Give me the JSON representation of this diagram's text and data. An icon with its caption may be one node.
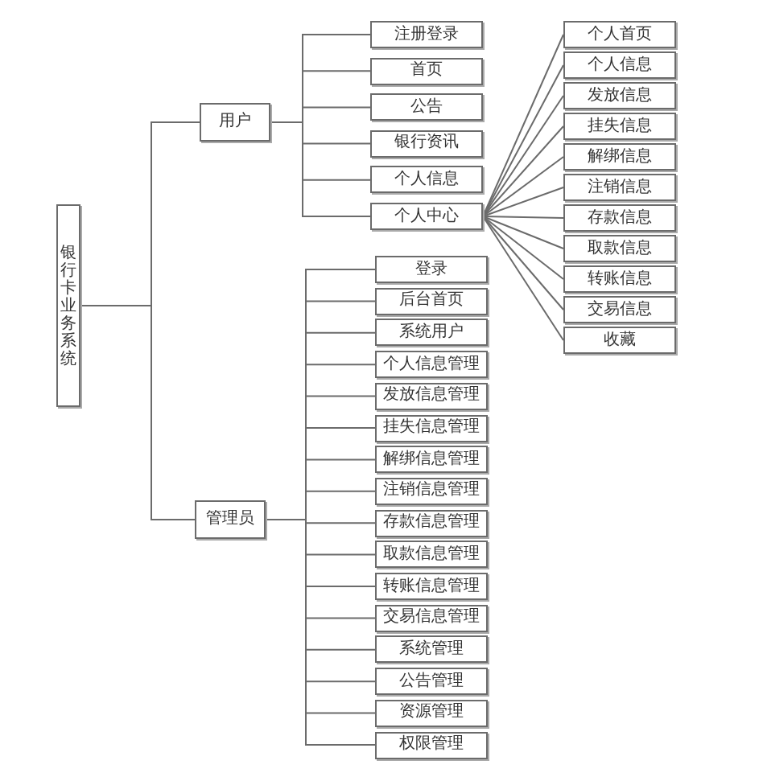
{
  "diagram": {
    "nodes": [
      {
        "text": [
          "银行卡业务系统"
        ]
      },
      {
        "text": [
          "用户"
        ]
      },
      {
        "text": [
          "注册登录"
        ]
      },
      {
        "text": [
          "首页"
        ]
      },
      {
        "text": [
          "公告"
        ]
      },
      {
        "text": [
          "银行资讯"
        ]
      },
      {
        "text": [
          "个人信息"
        ]
      },
      {
        "text": [
          "个人中心"
        ]
      },
      {
        "text": [
          "个人首页"
        ]
      },
      {
        "text": [
          "个人信息"
        ]
      },
      {
        "text": [
          "发放信息"
        ]
      },
      {
        "text": [
          "挂失信息"
        ]
      },
      {
        "text": [
          "解绑信息"
        ]
      },
      {
        "text": [
          "注销信息"
        ]
      },
      {
        "text": [
          "存款信息"
        ]
      },
      {
        "text": [
          "取款信息"
        ]
      },
      {
        "text": [
          "转账信息"
        ]
      },
      {
        "text": [
          "交易信息"
        ]
      },
      {
        "text": [
          "收藏"
        ]
      },
      {
        "text": [
          "管理员"
        ]
      },
      {
        "text": [
          "登录"
        ]
      },
      {
        "text": [
          "后台首页"
        ]
      },
      {
        "text": [
          "系统用户"
        ]
      },
      {
        "text": [
          "个人信息管理"
        ]
      },
      {
        "text": [
          "发放信息管理"
        ]
      },
      {
        "text": [
          "挂失信息管理"
        ]
      },
      {
        "text": [
          "解绑信息管理"
        ]
      },
      {
        "text": [
          "注销信息管理"
        ]
      },
      {
        "text": [
          "存款信息管理"
        ]
      },
      {
        "text": [
          "取款信息管理"
        ]
      },
      {
        "text": [
          "转账信息管理"
        ]
      },
      {
        "text": [
          "交易信息管理"
        ]
      },
      {
        "text": [
          "系统管理"
        ]
      },
      {
        "text": [
          "公告管理"
        ]
      },
      {
        "text": [
          "资源管理"
        ]
      },
      {
        "text": [
          "权限管理"
        ]
      }
    ],
    "edges": [
      {
        "from": 0,
        "to": 1,
        "arrow": "none"
      },
      {
        "from": 0,
        "to": 19,
        "arrow": "none"
      },
      {
        "from": 1,
        "to": 2,
        "arrow": "none"
      },
      {
        "from": 1,
        "to": 3,
        "arrow": "none"
      },
      {
        "from": 1,
        "to": 4,
        "arrow": "none"
      },
      {
        "from": 1,
        "to": 5,
        "arrow": "none"
      },
      {
        "from": 1,
        "to": 6,
        "arrow": "none"
      },
      {
        "from": 1,
        "to": 7,
        "arrow": "none"
      },
      {
        "from": 7,
        "to": 8,
        "arrow": "none"
      },
      {
        "from": 7,
        "to": 9,
        "arrow": "none"
      },
      {
        "from": 7,
        "to": 10,
        "arrow": "none"
      },
      {
        "from": 7,
        "to": 11,
        "arrow": "none"
      },
      {
        "from": 7,
        "to": 12,
        "arrow": "none"
      },
      {
        "from": 7,
        "to": 13,
        "arrow": "none"
      },
      {
        "from": 7,
        "to": 14,
        "arrow": "none"
      },
      {
        "from": 7,
        "to": 15,
        "arrow": "none"
      },
      {
        "from": 7,
        "to": 16,
        "arrow": "none"
      },
      {
        "from": 7,
        "to": 17,
        "arrow": "none"
      },
      {
        "from": 7,
        "to": 18,
        "arrow": "none"
      },
      {
        "from": 19,
        "to": 20,
        "arrow": "none"
      },
      {
        "from": 19,
        "to": 21,
        "arrow": "none"
      },
      {
        "from": 19,
        "to": 22,
        "arrow": "none"
      },
      {
        "from": 19,
        "to": 23,
        "arrow": "none"
      },
      {
        "from": 19,
        "to": 24,
        "arrow": "none"
      },
      {
        "from": 19,
        "to": 25,
        "arrow": "none"
      },
      {
        "from": 19,
        "to": 26,
        "arrow": "none"
      },
      {
        "from": 19,
        "to": 27,
        "arrow": "none"
      },
      {
        "from": 19,
        "to": 28,
        "arrow": "none"
      },
      {
        "from": 19,
        "to": 29,
        "arrow": "none"
      },
      {
        "from": 19,
        "to": 30,
        "arrow": "none"
      },
      {
        "from": 19,
        "to": 31,
        "arrow": "none"
      },
      {
        "from": 19,
        "to": 32,
        "arrow": "none"
      },
      {
        "from": 19,
        "to": 33,
        "arrow": "none"
      },
      {
        "from": 19,
        "to": 34,
        "arrow": "none"
      },
      {
        "from": 19,
        "to": 35,
        "arrow": "none"
      }
    ]
  }
}
